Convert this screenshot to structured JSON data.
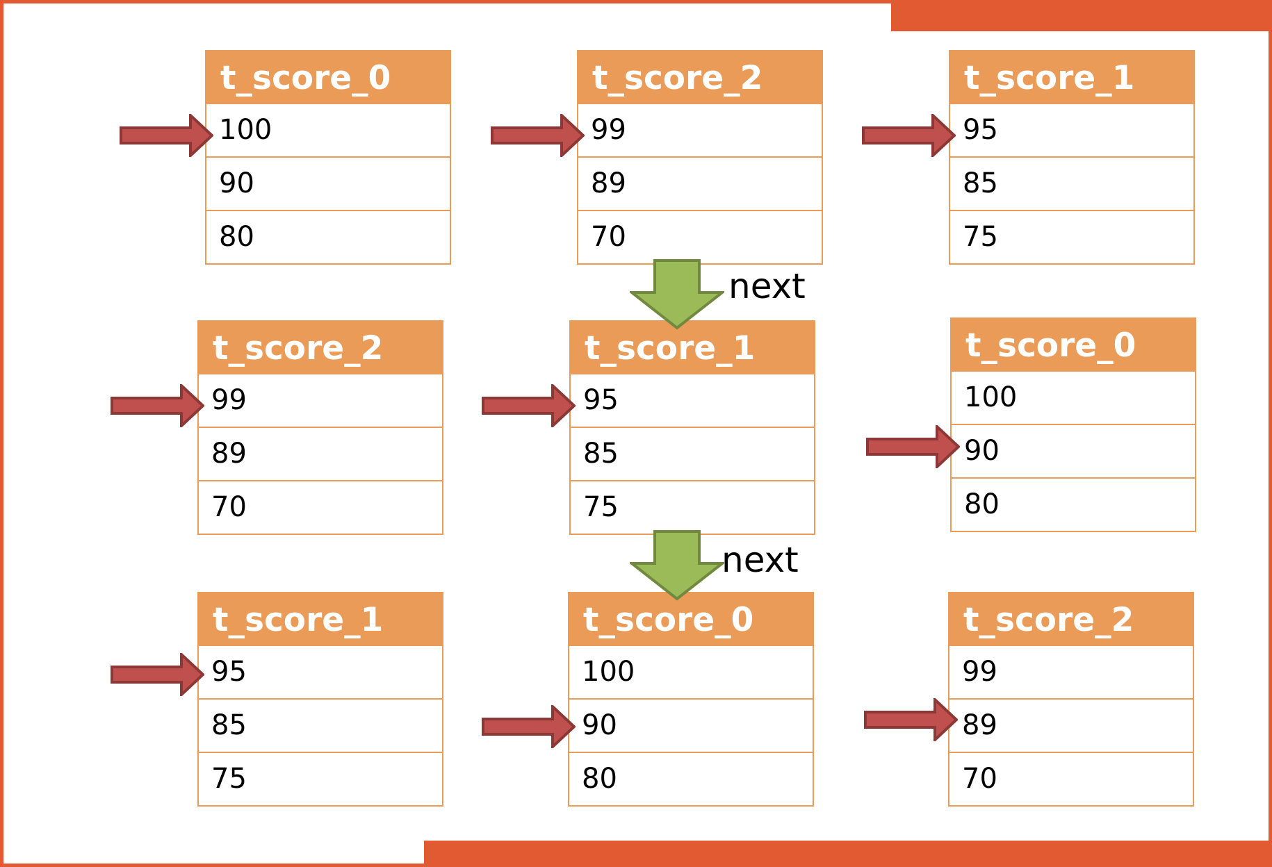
{
  "tables": [
    {
      "title": "t_score_0",
      "rows": [
        "100",
        "90",
        "80"
      ],
      "pointer": 0
    },
    {
      "title": "t_score_2",
      "rows": [
        "99",
        "89",
        "70"
      ],
      "pointer": 0
    },
    {
      "title": "t_score_1",
      "rows": [
        "95",
        "85",
        "75"
      ],
      "pointer": 0
    },
    {
      "title": "t_score_2",
      "rows": [
        "99",
        "89",
        "70"
      ],
      "pointer": 0
    },
    {
      "title": "t_score_1",
      "rows": [
        "95",
        "85",
        "75"
      ],
      "pointer": 0
    },
    {
      "title": "t_score_0",
      "rows": [
        "100",
        "90",
        "80"
      ],
      "pointer": 1
    },
    {
      "title": "t_score_1",
      "rows": [
        "95",
        "85",
        "75"
      ],
      "pointer": 0
    },
    {
      "title": "t_score_0",
      "rows": [
        "100",
        "90",
        "80"
      ],
      "pointer": 1
    },
    {
      "title": "t_score_2",
      "rows": [
        "99",
        "89",
        "70"
      ],
      "pointer": 1
    }
  ],
  "next_labels": [
    "next",
    "next"
  ],
  "colors": {
    "frame": "#e25a32",
    "header": "#eb9b58",
    "pointer_arrow": "#c0504d",
    "next_arrow": "#9bbb59"
  }
}
